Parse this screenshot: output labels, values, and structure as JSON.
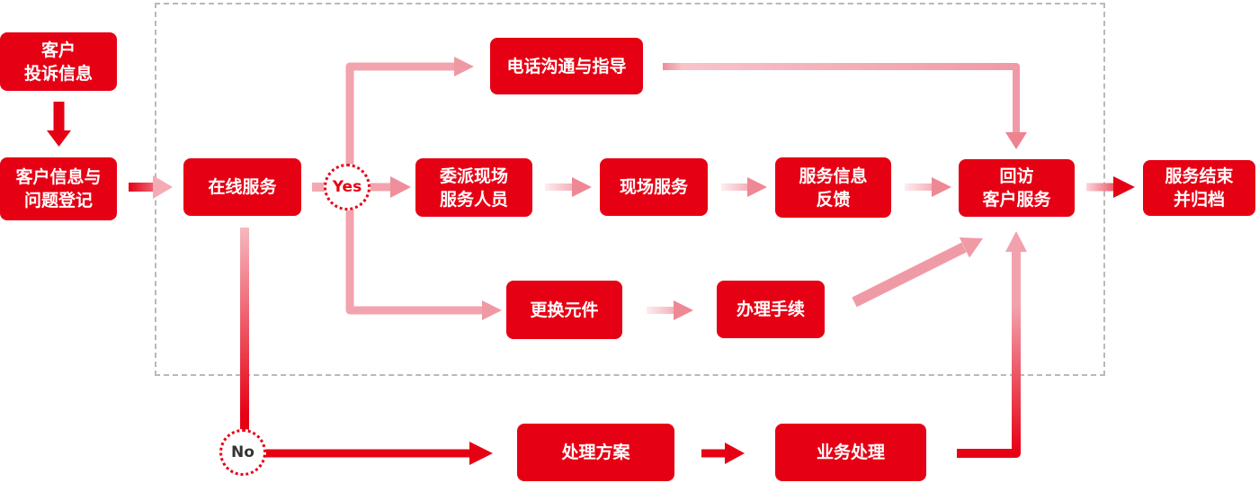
{
  "diagram": {
    "type": "flowchart",
    "language": "zh-CN",
    "nodes": {
      "complaint": "客户\n投诉信息",
      "registration": "客户信息与\n问题登记",
      "online_service": "在线服务",
      "phone_guidance": "电话沟通与指导",
      "dispatch_staff": "委派现场\n服务人员",
      "onsite_service": "现场服务",
      "service_feedback": "服务信息\n反馈",
      "return_visit": "回访\n客户服务",
      "service_end": "服务结束\n并归档",
      "replace_parts": "更换元件",
      "procedures": "办理手续",
      "solution": "处理方案",
      "business_processing": "业务处理"
    },
    "decisions": {
      "yes": "Yes",
      "no": "No"
    },
    "edges": [
      {
        "from": "complaint",
        "to": "registration",
        "style": "solid-red"
      },
      {
        "from": "registration",
        "to": "online_service",
        "style": "gradient-red-to-pink"
      },
      {
        "from": "online_service",
        "to": "yes",
        "style": "pink"
      },
      {
        "from": "yes",
        "to": "phone_guidance",
        "style": "pink"
      },
      {
        "from": "yes",
        "to": "dispatch_staff",
        "style": "pink"
      },
      {
        "from": "yes",
        "to": "replace_parts",
        "style": "pink"
      },
      {
        "from": "dispatch_staff",
        "to": "onsite_service",
        "style": "gradient-light-to-pink"
      },
      {
        "from": "onsite_service",
        "to": "service_feedback",
        "style": "gradient-light-to-pink"
      },
      {
        "from": "service_feedback",
        "to": "return_visit",
        "style": "gradient-light-to-pink"
      },
      {
        "from": "phone_guidance",
        "to": "return_visit",
        "style": "pink"
      },
      {
        "from": "replace_parts",
        "to": "procedures",
        "style": "gradient-light-to-pink"
      },
      {
        "from": "procedures",
        "to": "return_visit",
        "style": "pink-diagonal"
      },
      {
        "from": "online_service",
        "to": "no",
        "style": "gradient-pink-to-red"
      },
      {
        "from": "no",
        "to": "solution",
        "style": "solid-red"
      },
      {
        "from": "solution",
        "to": "business_processing",
        "style": "solid-red"
      },
      {
        "from": "business_processing",
        "to": "return_visit",
        "style": "gradient-red-to-pink"
      },
      {
        "from": "return_visit",
        "to": "service_end",
        "style": "gradient-light-to-red"
      }
    ],
    "colors": {
      "node_red": "#e60014",
      "pink": "#f2a3ae",
      "pink_deep": "#ee8894",
      "pink_light": "#fdf1f2",
      "frame_dash": "#b9b9b9",
      "yes_text": "#e60014",
      "no_text": "#333333",
      "node_text": "#ffffff",
      "background": "#ffffff"
    }
  }
}
